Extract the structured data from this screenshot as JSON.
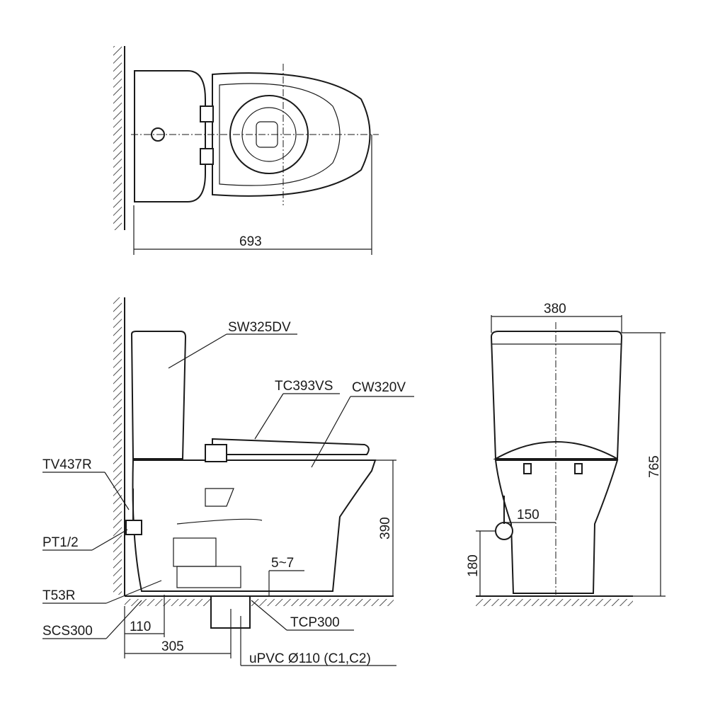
{
  "top_view": {
    "width_dim": "693"
  },
  "side_view": {
    "labels": {
      "tank": "SW325DV",
      "seat": "TC393VS",
      "bowl": "CW320V",
      "valve": "TV437R",
      "pipe_thread": "PT1/2",
      "hose": "T53R",
      "flange": "SCS300",
      "gap": "5~7",
      "drain": "TCP300",
      "pipe": "uPVC Ø110 (C1,C2)"
    },
    "dims": {
      "seat_height": "390",
      "valve_offset": "110",
      "rough_in": "305"
    }
  },
  "front_view": {
    "dims": {
      "width": "380",
      "height": "765",
      "supply_offset": "150",
      "supply_height": "180"
    }
  }
}
